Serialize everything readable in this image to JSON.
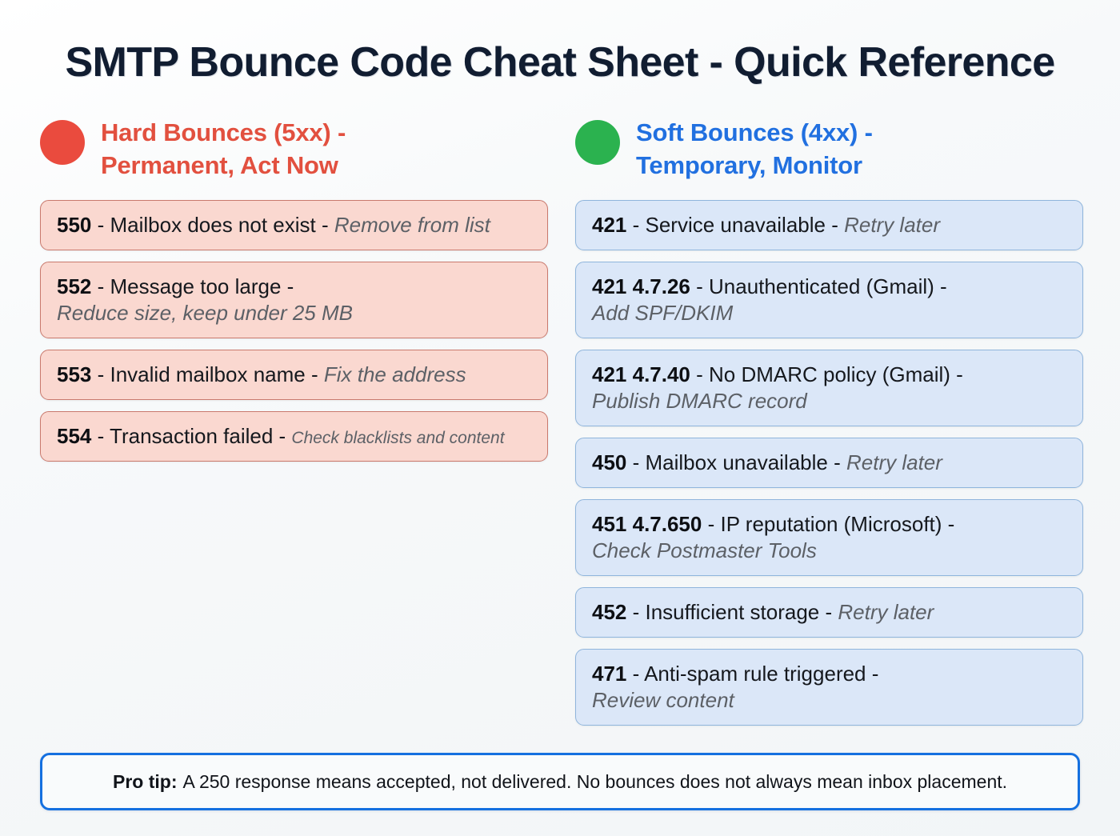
{
  "page": {
    "title": "SMTP Bounce Code Cheat Sheet - Quick Reference",
    "background_color": "#f7f9fa"
  },
  "hard_section": {
    "dot_color": "#ea4b3e",
    "heading_color": "#e2503f",
    "heading_line1": "Hard Bounces (5xx) -",
    "heading_line2": "Permanent, Act Now",
    "card_bg": "#fad8d0",
    "card_border": "#c9796d",
    "items": [
      {
        "code": "550",
        "sep": " - ",
        "desc": "Mailbox does not exist",
        "sep2": " - ",
        "advice": "Remove from list",
        "lines": 1
      },
      {
        "code": "552",
        "sep": " - ",
        "desc": "Message too large -",
        "sep2": "",
        "advice": "Reduce size, keep under 25 MB",
        "lines": 2
      },
      {
        "code": "553",
        "sep": " - ",
        "desc": "Invalid mailbox name",
        "sep2": " - ",
        "advice": "Fix the address",
        "lines": 1
      },
      {
        "code": "554",
        "sep": " - ",
        "desc": "Transaction failed",
        "sep2": " - ",
        "advice": "Check blacklists and content",
        "lines": 1
      }
    ]
  },
  "soft_section": {
    "dot_color": "#2bb24f",
    "heading_color": "#2170e0",
    "heading_line1": "Soft Bounces (4xx) -",
    "heading_line2": "Temporary, Monitor",
    "card_bg": "#dbe7f8",
    "card_border": "#8fb5dc",
    "items": [
      {
        "code": "421",
        "sep": " - ",
        "desc": "Service unavailable",
        "sep2": " - ",
        "advice": "Retry later",
        "lines": 1
      },
      {
        "code": "421 4.7.26",
        "sep": " - ",
        "desc": "Unauthenticated (Gmail) -",
        "sep2": "",
        "advice": "Add SPF/DKIM",
        "lines": 2
      },
      {
        "code": "421 4.7.40",
        "sep": " - ",
        "desc": "No DMARC policy (Gmail) -",
        "sep2": "",
        "advice": "Publish DMARC record",
        "lines": 2
      },
      {
        "code": "450",
        "sep": " - ",
        "desc": "Mailbox unavailable",
        "sep2": " - ",
        "advice": "Retry later",
        "lines": 1
      },
      {
        "code": "451 4.7.650",
        "sep": " - ",
        "desc": "IP reputation (Microsoft) -",
        "sep2": "",
        "advice": "Check Postmaster Tools",
        "lines": 2
      },
      {
        "code": "452",
        "sep": " - ",
        "desc": "Insufficient storage",
        "sep2": " - ",
        "advice": "Retry later",
        "lines": 1
      },
      {
        "code": "471",
        "sep": " - ",
        "desc": "Anti-spam rule triggered -",
        "sep2": "",
        "advice": "Review content",
        "lines": 2
      }
    ]
  },
  "pro_tip": {
    "label": "Pro tip:",
    "text": "A 250 response means accepted, not delivered. No bounces does not always mean inbox placement.",
    "border_color": "#1570e0"
  }
}
